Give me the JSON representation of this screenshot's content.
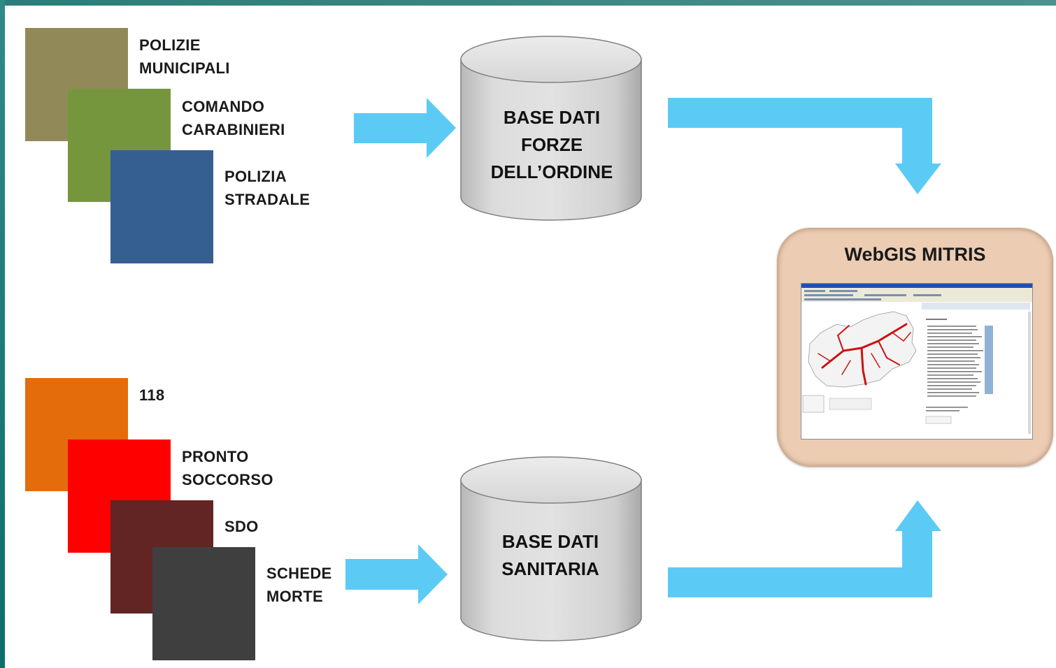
{
  "top_sources": [
    {
      "lines": [
        "POLIZIE",
        "MUNICIPALI"
      ],
      "color": "#928959"
    },
    {
      "lines": [
        "COMANDO",
        "CARABINIERI"
      ],
      "color": "#76963e"
    },
    {
      "lines": [
        "POLIZIA",
        "STRADALE"
      ],
      "color": "#365f91"
    }
  ],
  "bottom_sources": [
    {
      "lines": [
        "118"
      ],
      "color": "#e46c0a"
    },
    {
      "lines": [
        "PRONTO",
        "SOCCORSO"
      ],
      "color": "#ff0000"
    },
    {
      "lines": [
        "SDO"
      ],
      "color": "#632523"
    },
    {
      "lines": [
        "SCHEDE",
        "MORTE"
      ],
      "color": "#3f3f3f"
    }
  ],
  "databases": {
    "top": {
      "lines": [
        "BASE DATI",
        "FORZE",
        "DELL’ORDINE"
      ]
    },
    "bottom": {
      "lines": [
        "BASE DATI",
        "SANITARIA"
      ]
    }
  },
  "webgis": {
    "title": "WebGIS MITRIS",
    "screenshot_icon": "webgis-map-screenshot"
  },
  "colors": {
    "arrow": "#5bcbf5",
    "cylinder": "#d9d9d9",
    "webgis_panel": "#eccdb3"
  }
}
